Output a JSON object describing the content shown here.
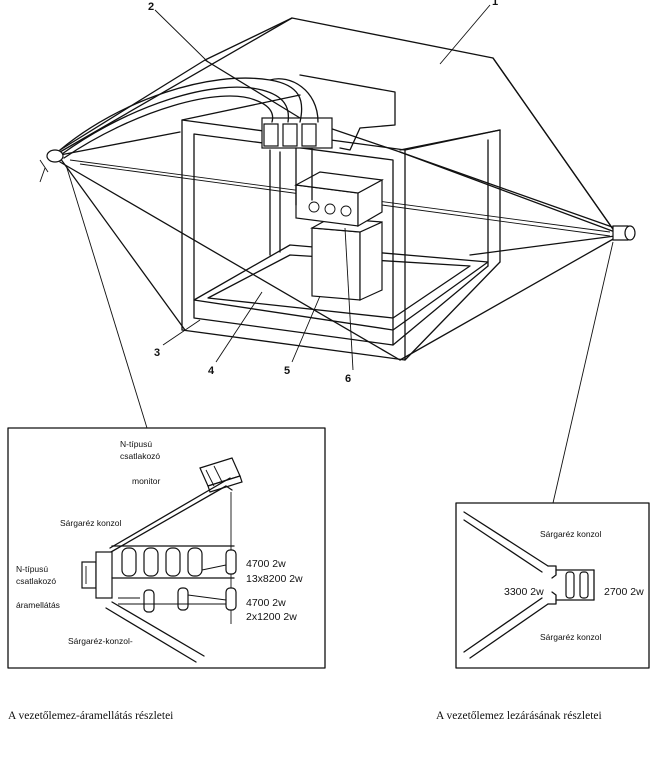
{
  "callouts": {
    "n1": "1",
    "n2": "2",
    "n3": "3",
    "n4": "4",
    "n5": "5",
    "n6": "6"
  },
  "left_inset": {
    "connector_top_label_1": "N-típusú",
    "connector_top_label_2": "csatlakozó",
    "monitor_label": "monitor",
    "bracket_top_label": "Sárgaréz konzol",
    "connector_left_label_1": "N-típusú",
    "connector_left_label_2": "csatlakozó",
    "power_label": "áramellátás",
    "resistor_value_1": "4700  2w",
    "resistor_value_2": "13x8200  2w",
    "resistor_value_3": "4700  2w",
    "resistor_value_4": "2x1200  2w",
    "bracket_bottom_label": "Sárgaréz-konzol-"
  },
  "right_inset": {
    "bracket_top_label": "Sárgaréz konzol",
    "value_left": "3300  2w",
    "value_right": "2700  2w",
    "bracket_bottom_label": "Sárgaréz konzol"
  },
  "captions": {
    "left": "A vezetőlemez-áramellátás részletei",
    "right": "A vezetőlemez lezárásának részletei"
  }
}
